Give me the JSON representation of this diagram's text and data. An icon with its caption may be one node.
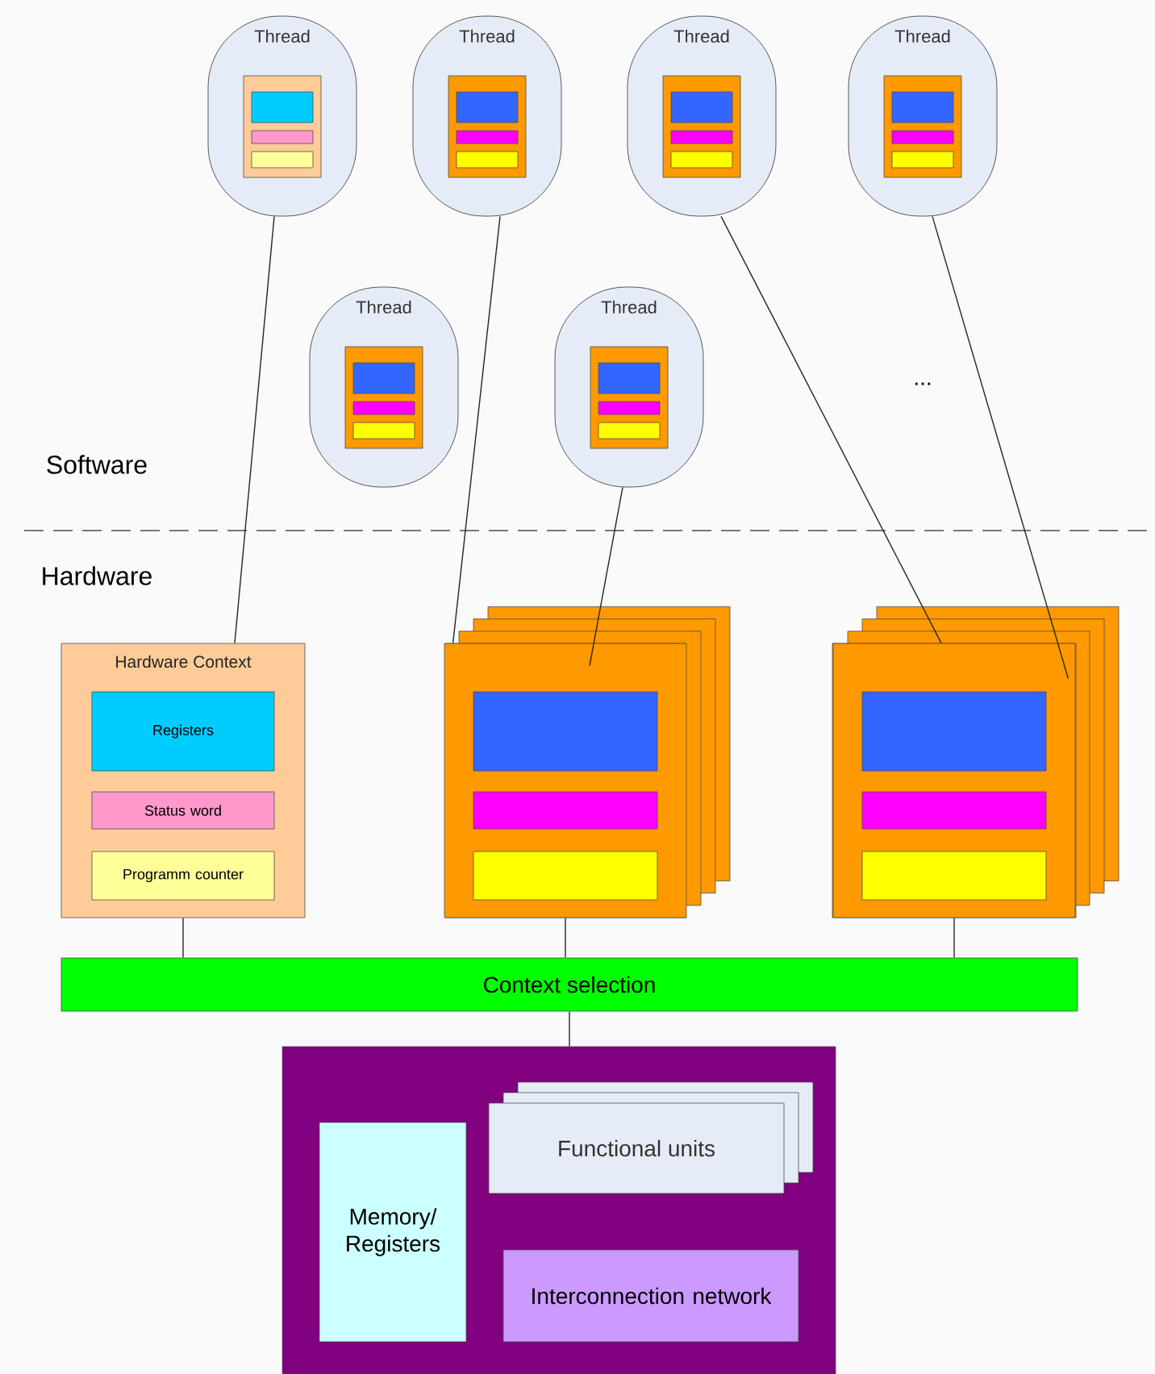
{
  "diagram": {
    "nodes": [
      {
        "text": [
          "Thread"
        ]
      },
      {
        "text": [
          "Thread"
        ]
      },
      {
        "text": [
          "Thread"
        ]
      },
      {
        "text": [
          "Thread"
        ]
      },
      {
        "text": [
          "Thread"
        ]
      },
      {
        "text": [
          "Thread"
        ]
      },
      {
        "text": [
          "Hardware Context"
        ]
      },
      {
        "text": [
          "Registers"
        ],
        "in": 6
      },
      {
        "text": [
          "Status word"
        ],
        "in": 6
      },
      {
        "text": [
          "Programm counter"
        ],
        "in": 6
      },
      {
        "text": [],
        "shape": "box"
      },
      {
        "text": [],
        "shape": "box"
      },
      {
        "text": [
          "Context selection"
        ]
      },
      {
        "text": [],
        "shape": "box"
      },
      {
        "text": [
          "Memory/ Registers"
        ],
        "in": 13
      },
      {
        "text": [
          "Functional units"
        ],
        "in": 13
      },
      {
        "text": [
          "Interconnection network"
        ],
        "in": 13
      }
    ],
    "edges": [
      {
        "from": 0,
        "to": 6,
        "arrow": "none"
      },
      {
        "from": 1,
        "to": 10,
        "arrow": "none"
      },
      {
        "from": 5,
        "to": 10,
        "arrow": "none"
      },
      {
        "from": 2,
        "to": 11,
        "arrow": "none"
      },
      {
        "from": 3,
        "to": 11,
        "arrow": "none"
      },
      {
        "from": 6,
        "to": 12,
        "arrow": "none"
      },
      {
        "from": 10,
        "to": 12,
        "arrow": "none"
      },
      {
        "from": 11,
        "to": 12,
        "arrow": "none"
      },
      {
        "from": 12,
        "to": 13,
        "arrow": "none"
      }
    ],
    "labels": [
      "...",
      "Software",
      "Hardware"
    ]
  }
}
